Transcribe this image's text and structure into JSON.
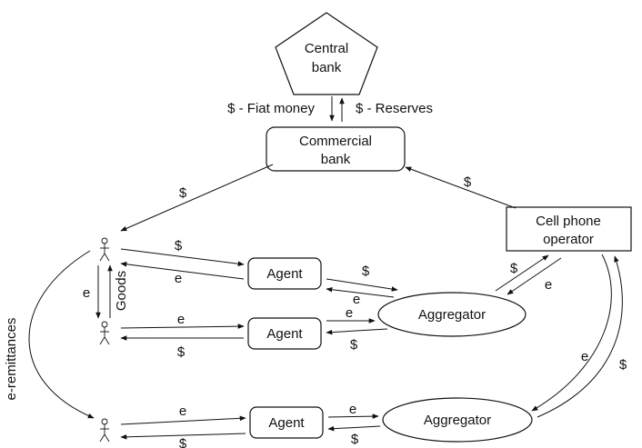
{
  "nodes": {
    "central_bank": [
      "Central",
      "bank"
    ],
    "commercial_bank": [
      "Commercial",
      "bank"
    ],
    "cell_operator": [
      "Cell phone",
      "operator"
    ],
    "agent": "Agent",
    "aggregator": "Aggregator"
  },
  "flows": {
    "fiat_money": "$ - Fiat money",
    "reserves": "$ - Reserves",
    "dollar": "$",
    "emoney": "e",
    "goods": "Goods",
    "e_remittances": "e-remittances"
  }
}
